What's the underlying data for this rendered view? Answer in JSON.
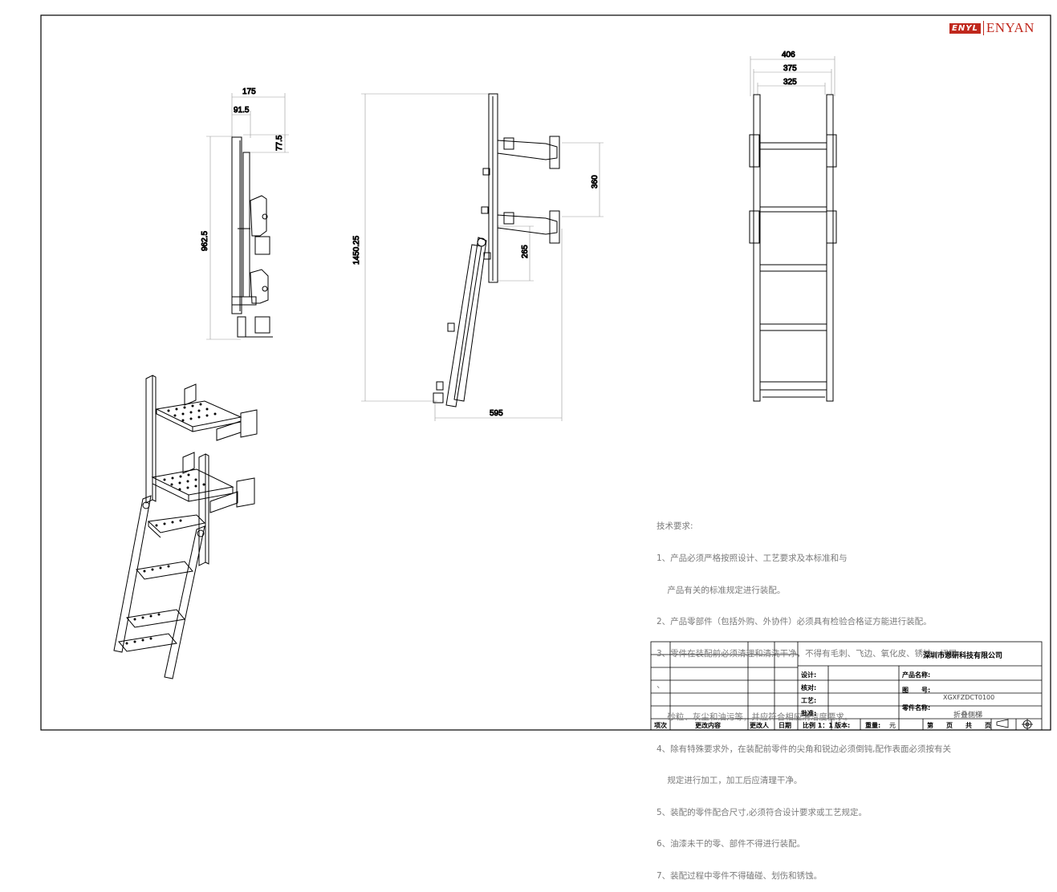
{
  "logo": {
    "badge": "ENYL",
    "text": "ENYAN",
    "color": "#c0281d"
  },
  "dimensions": {
    "side_width": "175",
    "side_inner": "91.5",
    "side_offset": "77.5",
    "side_height": "962.5",
    "front_height": "1450.25",
    "front_depth": "595",
    "bracket_spacing": "360",
    "hinge_height": "265",
    "back_outer": "406",
    "back_mid": "375",
    "back_inner": "325"
  },
  "notes": {
    "heading": "技术要求:",
    "lines": [
      "1、产品必须严格按照设计、工艺要求及本标准和与",
      "    产品有关的标准规定进行装配。",
      "2、产品零部件（包括外购、外协件）必须具有检验合格证方能进行装配。",
      "3、零件在装配前必须清理和清洗干净，不得有毛刺、飞边、氧化皮、锈蚀、切屑",
      "、",
      "    砂粒、灰尘和油污等，并应符合相应清洁度要求。",
      "4、除有特殊要求外，在装配前零件的尖角和锐边必须倒钝,配作表面必须按有关",
      "    规定进行加工，加工后应清理干净。",
      "5、装配的零件配合尺寸,必须符合设计要求或工艺规定。",
      "6、油漆未干的零、部件不得进行装配。",
      "7、装配过程中零件不得磕碰、划伤和锈蚀。"
    ]
  },
  "title_block": {
    "company": "深圳市恩研科技有限公司",
    "design": "设计:",
    "check": "核对:",
    "process": "工艺:",
    "approve": "批准:",
    "product_name_label": "产品名称:",
    "drawing_no_label": "图　　号:",
    "drawing_no": "XGXFZDCT0100",
    "part_name_label": "零件名称:",
    "part_name": "折叠侧梯",
    "rev_index": "项次",
    "rev_content": "更改内容",
    "rev_person": "更改人",
    "rev_date": "日期",
    "scale": "比例 1：1",
    "version": "版本:",
    "weight": "重量:",
    "weight_unit": "元",
    "page_label": "第　　页　　共　　页"
  }
}
